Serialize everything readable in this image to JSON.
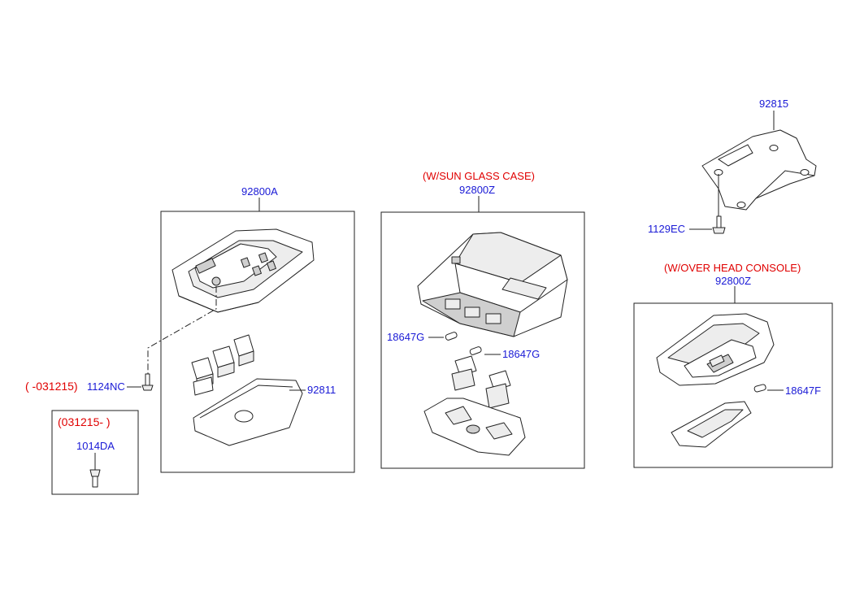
{
  "labels": {
    "part_92800A": "92800A",
    "part_92811": "92811",
    "part_1124NC": "1124NC",
    "date_range_old": "( -031215)",
    "date_range_new": "(031215- )",
    "part_1014DA": "1014DA",
    "variant_sunglass": "(W/SUN GLASS CASE)",
    "part_92800Z_sunglass": "92800Z",
    "part_18647G_left": "18647G",
    "part_18647G_right": "18647G",
    "part_92815": "92815",
    "part_1129EC": "1129EC",
    "variant_overhead": "(W/OVER HEAD CONSOLE)",
    "part_92800Z_overhead": "92800Z",
    "part_18647F": "18647F"
  },
  "colors": {
    "part_number": "#1a1ad6",
    "variant_note": "#e00000",
    "line": "#222222"
  }
}
